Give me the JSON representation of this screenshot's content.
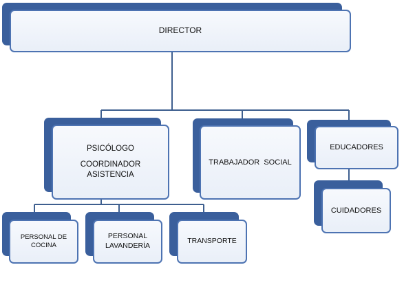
{
  "diagram": {
    "type": "org-chart",
    "colors": {
      "box_back": "#3a5f9c",
      "box_border": "#4d73b2",
      "box_fill": "#eef3fa",
      "connector": "#3e5f8f"
    },
    "director": {
      "label": "DIRECTOR"
    },
    "psicologo": {
      "lines": [
        "PSICÓLOGO",
        "COORDINADOR ASISTENCIA"
      ]
    },
    "trabajador_social": {
      "label": "TRABAJADOR  SOCIAL"
    },
    "educadores": {
      "label": "EDUCADORES"
    },
    "cuidadores": {
      "label": "CUIDADORES"
    },
    "personal_cocina": {
      "label": "PERSONAL DE COCINA"
    },
    "personal_lavanderia": {
      "label": "PERSONAL LAVANDERÍA"
    },
    "transporte": {
      "label": "TRANSPORTE"
    }
  }
}
